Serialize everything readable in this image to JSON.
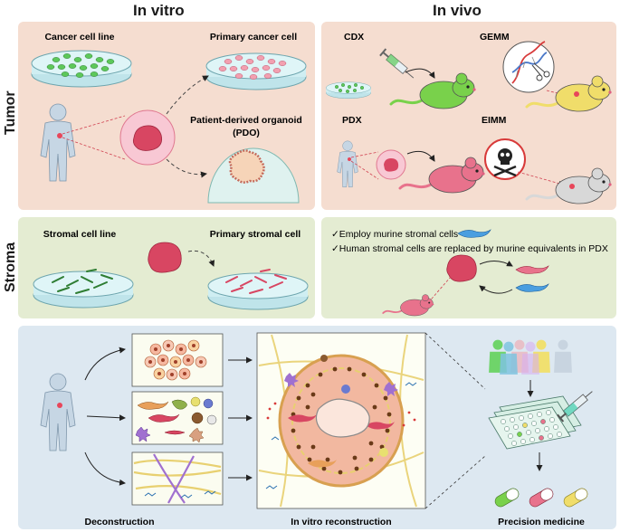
{
  "headers": {
    "in_vitro": "In vitro",
    "in_vivo": "In vivo"
  },
  "row_labels": {
    "tumor": "Tumor",
    "stroma": "Stroma"
  },
  "tumor_in_vitro": {
    "cancer_cell_line": "Cancer cell line",
    "primary_cancer_cell": "Primary cancer cell",
    "pdo_line1": "Patient-derived organoid",
    "pdo_line2": "(PDO)"
  },
  "tumor_in_vivo": {
    "cdx": "CDX",
    "gemm": "GEMM",
    "pdx": "PDX",
    "eimm": "EIMM"
  },
  "stroma_in_vitro": {
    "stromal_cell_line": "Stromal cell line",
    "primary_stromal_cell": "Primary stromal cell"
  },
  "stroma_in_vivo": {
    "check1": "✓Employ murine stromal cells",
    "check2": "✓Human stromal cells are replaced by murine equivalents in PDX"
  },
  "bottom": {
    "deconstruction": "Deconstruction",
    "reconstruction": "In vitro reconstruction",
    "precision": "Precision medicine"
  },
  "colors": {
    "tumor_panel": "#f5ddd0",
    "stroma_panel": "#e4ecd2",
    "bottom_panel": "#dde8f1",
    "cancer_cell": "#e8728c",
    "cell_line_green": "#5dc85a",
    "mouse_green": "#79d14b",
    "mouse_pink": "#e8728c",
    "mouse_yellow": "#f0dd6a",
    "mouse_gray": "#d8d8d8"
  }
}
